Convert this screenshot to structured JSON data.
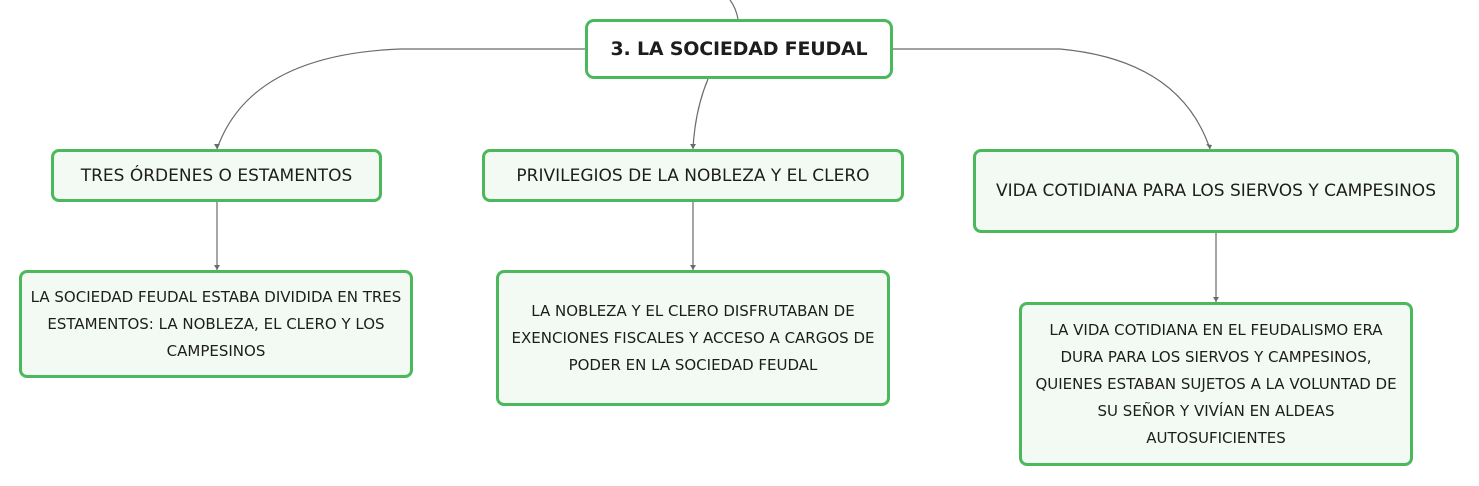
{
  "diagram": {
    "root": {
      "label": "3. LA SOCIEDAD FEUDAL"
    },
    "branches": [
      {
        "label": "TRES ÓRDENES O ESTAMENTOS",
        "detail": "LA SOCIEDAD FEUDAL ESTABA DIVIDIDA EN TRES ESTAMENTOS: LA NOBLEZA, EL CLERO Y LOS CAMPESINOS"
      },
      {
        "label": "PRIVILEGIOS DE LA NOBLEZA Y EL CLERO",
        "detail": "LA NOBLEZA Y EL CLERO DISFRUTABAN DE EXENCIONES FISCALES Y ACCESO A CARGOS DE PODER EN LA SOCIEDAD FEUDAL"
      },
      {
        "label": "VIDA COTIDIANA PARA LOS SIERVOS Y CAMPESINOS",
        "detail": "LA VIDA COTIDIANA EN EL FEUDALISMO ERA DURA PARA LOS SIERVOS Y CAMPESINOS, QUIENES ESTABAN SUJETOS A LA VOLUNTAD DE SU SEÑOR Y VIVÍAN EN ALDEAS AUTOSUFICIENTES"
      }
    ],
    "colors": {
      "node_border": "#4cb85c",
      "node_fill": "#f3faf3",
      "connector": "#6b6b6b",
      "text": "#1d1d1d"
    }
  }
}
